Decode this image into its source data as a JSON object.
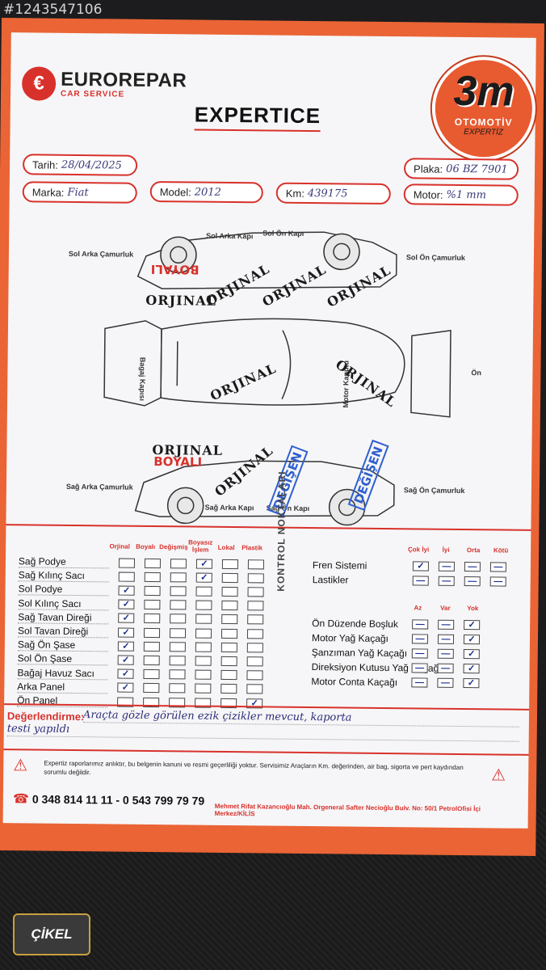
{
  "listing_id": "#1243547106",
  "header": {
    "brand_name": "EUROREPAR",
    "brand_sub": "CAR SERVICE",
    "title": "EXPERTICE",
    "logo_big": "3m",
    "logo_line1": "OTOMOTİV",
    "logo_line2": "EXPERTİZ"
  },
  "fields": {
    "tarih_label": "Tarih:",
    "tarih_value": "28/04/2025",
    "plaka_label": "Plaka:",
    "plaka_value": "06 BZ 7901",
    "marka_label": "Marka:",
    "marka_value": "Fiat",
    "model_label": "Model:",
    "model_value": "2012",
    "km_label": "Km:",
    "km_value": "439175",
    "motor_label": "Motor:",
    "motor_value": "%1 mm"
  },
  "diagram": {
    "labels": {
      "sol_arka_kapi": "Sol Arka Kapı",
      "sol_on_kapi": "Sol Ön Kapı",
      "sol_arka_camurluk": "Sol Arka Çamurluk",
      "sol_on_camurluk": "Sol Ön Çamurluk",
      "bagaj_kapisi": "Bagaj Kapısı",
      "motor_kaputu": "Motor Kaputu",
      "on": "Ön",
      "sag_arka_camurluk": "Sağ Arka Çamurluk",
      "sag_on_camurluk": "Sağ Ön Çamurluk",
      "sag_arka_kapi": "Sağ Arka Kapı",
      "sag_on_kapi": "Sağ Ön Kapı"
    },
    "stamps": {
      "orjinal": "ORJINAL",
      "boyali": "BOYALI",
      "degisen": "DEĞİŞEN"
    }
  },
  "parts_table": {
    "columns": [
      "Orjinal",
      "Boyalı",
      "Değişmiş",
      "Boyasız İşlem",
      "Lokal",
      "Plastik"
    ],
    "rows": [
      {
        "name": "Sağ Podye",
        "marks": [
          "",
          "",
          "",
          "✓",
          "",
          ""
        ]
      },
      {
        "name": "Sağ Kılınç Sacı",
        "marks": [
          "",
          "",
          "",
          "✓",
          "",
          ""
        ]
      },
      {
        "name": "Sol Podye",
        "marks": [
          "✓",
          "",
          "",
          "",
          "",
          ""
        ]
      },
      {
        "name": "Sol Kılınç Sacı",
        "marks": [
          "✓",
          "",
          "",
          "",
          "",
          ""
        ]
      },
      {
        "name": "Sağ Tavan Direği",
        "marks": [
          "✓",
          "",
          "",
          "",
          "",
          ""
        ]
      },
      {
        "name": "Sol Tavan Direği",
        "marks": [
          "✓",
          "",
          "",
          "",
          "",
          ""
        ]
      },
      {
        "name": "Sağ Ön Şase",
        "marks": [
          "✓",
          "",
          "",
          "",
          "",
          ""
        ]
      },
      {
        "name": "Sol Ön Şase",
        "marks": [
          "✓",
          "",
          "",
          "",
          "",
          ""
        ]
      },
      {
        "name": "Bağaj Havuz Sacı",
        "marks": [
          "✓",
          "",
          "",
          "",
          "",
          ""
        ]
      },
      {
        "name": "Arka Panel",
        "marks": [
          "✓",
          "",
          "",
          "",
          "",
          ""
        ]
      },
      {
        "name": "Ön Panel",
        "marks": [
          "",
          "",
          "",
          "",
          "",
          "✓"
        ]
      }
    ]
  },
  "kontrol_label": "KONTROL NOKTALARI",
  "quality_table": {
    "columns": [
      "Çok İyi",
      "İyi",
      "Orta",
      "Kötü"
    ],
    "rows": [
      {
        "name": "Fren Sistemi",
        "marks": [
          "✓",
          "—",
          "—",
          "—"
        ]
      },
      {
        "name": "Lastikler",
        "marks": [
          "—",
          "—",
          "—",
          "—"
        ]
      }
    ]
  },
  "leak_table": {
    "columns": [
      "Az",
      "Var",
      "Yok"
    ],
    "rows": [
      {
        "name": "Ön Düzende Boşluk",
        "marks": [
          "—",
          "—",
          "✓"
        ]
      },
      {
        "name": "Motor Yağ Kaçağı",
        "marks": [
          "—",
          "—",
          "✓"
        ]
      },
      {
        "name": "Şanzıman Yağ Kaçağı",
        "marks": [
          "—",
          "—",
          "✓"
        ]
      },
      {
        "name": "Direksiyon Kutusu Yağ Kaçağı",
        "marks": [
          "—",
          "—",
          "✓"
        ]
      },
      {
        "name": "Motor Conta Kaçağı",
        "marks": [
          "—",
          "—",
          "✓"
        ]
      }
    ]
  },
  "evaluation": {
    "label": "Değerlendirme:",
    "line1": "Araçta gözle görülen ezik çizikler mevcut, kaporta",
    "line2": "testi yapıldı"
  },
  "footer": {
    "disclaimer": "Expertiz raporlarımız anlıktır, bu belgenin kanuni ve resmi geçerliliği yoktur. Servisimiz Araçların Km. değerinden, air bag, sigorta ve pert kaydından sorumlu değildir.",
    "phones": "0 348 814 11 11 - 0 543 799 79 79",
    "address": "Mehmet Rifat Kazancıoğlu Mah. Orgeneral Safter Necioğlu Bulv. No: 50/1 PetrolOfisi İçi Merkez/KİLİS"
  },
  "watermark_logo": "ÇİKEL",
  "colors": {
    "accent": "#d8312b",
    "paper_border": "#ea6435",
    "ink_blue": "#2f5fd0"
  }
}
